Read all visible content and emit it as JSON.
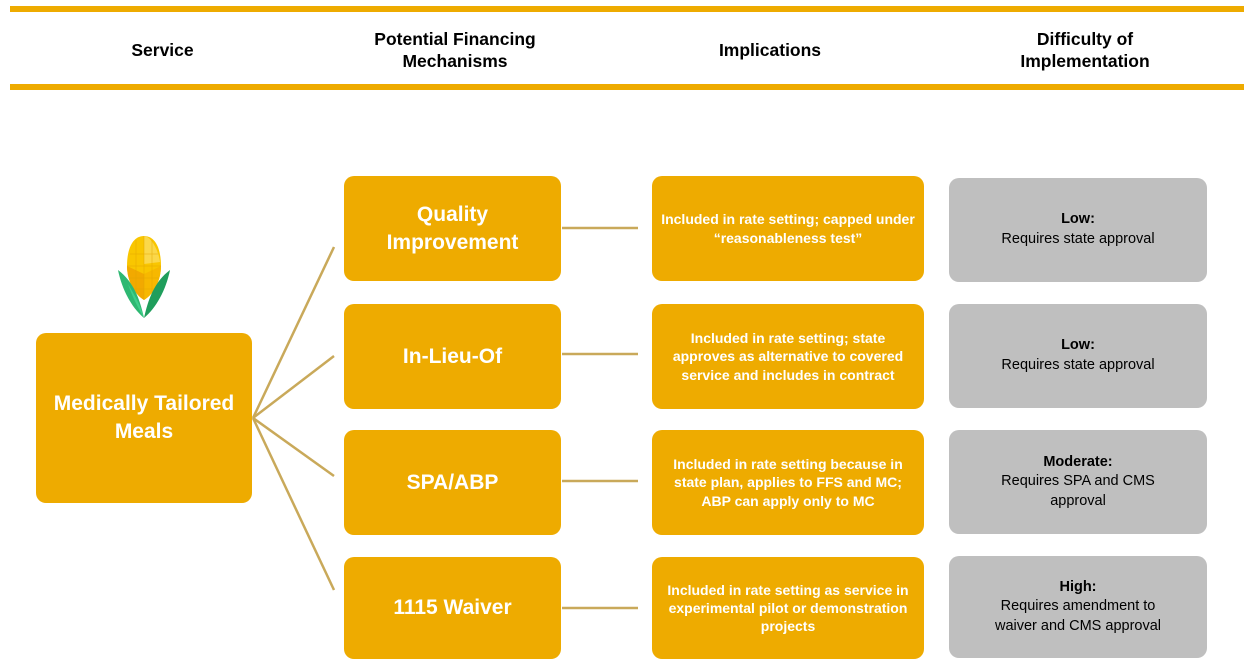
{
  "headers": {
    "service": "Service",
    "financing": "Potential Financing Mechanisms",
    "implications": "Implications",
    "difficulty": "Difficulty of Implementation"
  },
  "service": {
    "label": "Medically Tailored Meals",
    "icon": "corn-icon"
  },
  "rows": [
    {
      "mechanism": "Quality Improvement",
      "implication": "Included in rate setting; capped under “reasonableness test”",
      "difficulty_level": "Low:",
      "difficulty_desc": "Requires state approval"
    },
    {
      "mechanism": "In-Lieu-Of",
      "implication": "Included in rate setting; state approves as alternative to covered service and includes in contract",
      "difficulty_level": "Low:",
      "difficulty_desc": "Requires state approval"
    },
    {
      "mechanism": "SPA/ABP",
      "implication": "Included in rate setting because in state plan, applies to FFS and MC; ABP can apply only to MC",
      "difficulty_level": "Moderate:",
      "difficulty_desc": "Requires SPA and CMS approval"
    },
    {
      "mechanism": "1115 Waiver",
      "implication": "Included in rate setting as service in experimental pilot or demonstration projects",
      "difficulty_level": "High:",
      "difficulty_desc": "Requires amendment to waiver and CMS approval"
    }
  ],
  "colors": {
    "accent": "#eeab00",
    "gray_box": "#bfbfbf",
    "line": "#c9a95a"
  }
}
